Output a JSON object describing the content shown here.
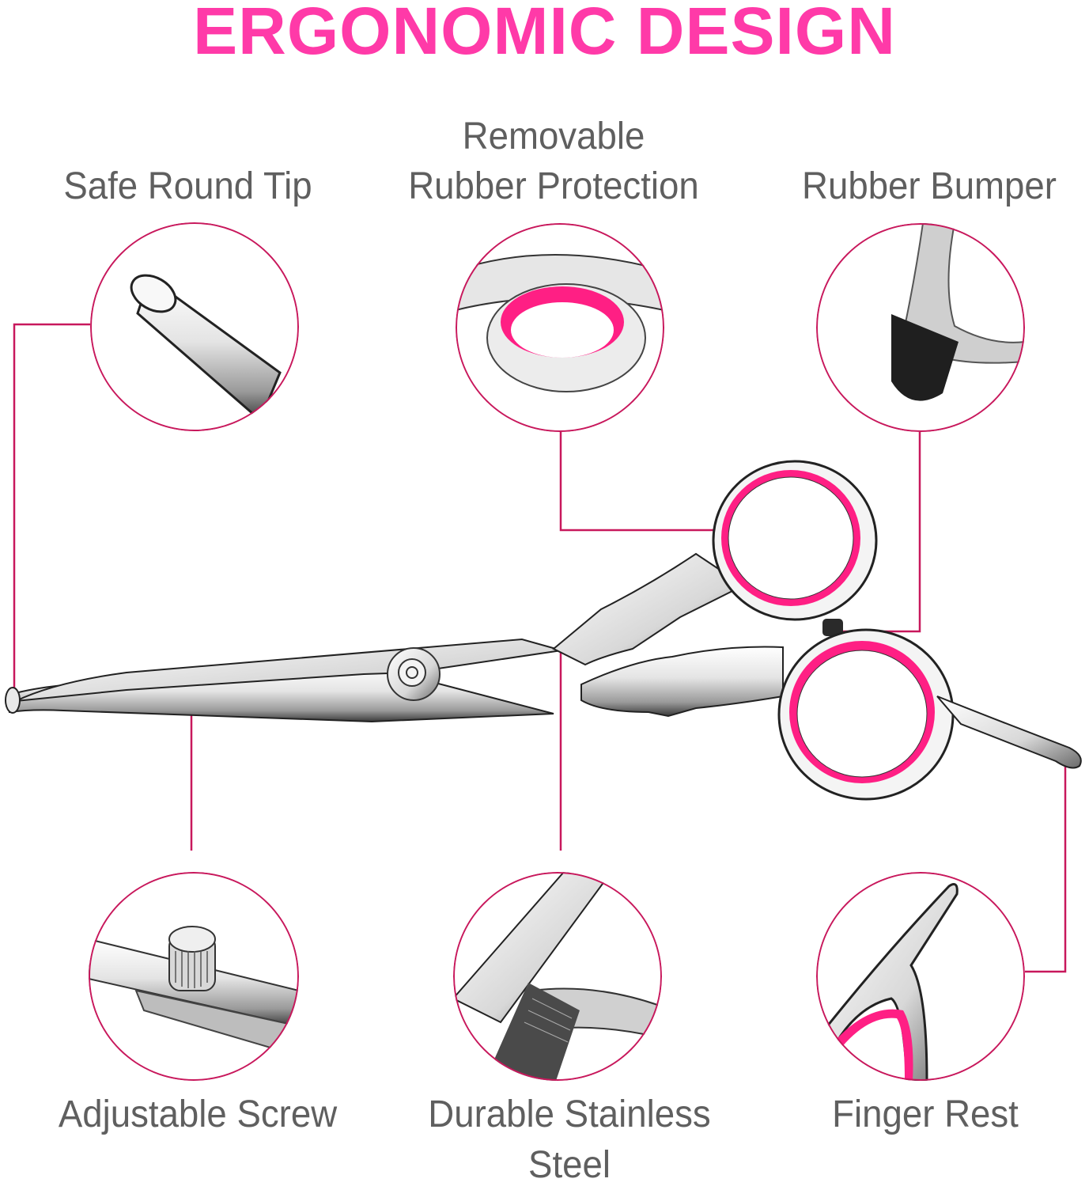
{
  "title": "ERGONOMIC DESIGN",
  "colors": {
    "title_pink": "#ff3aa8",
    "accent_line": "#c8185c",
    "ring_pink": "#ff1f84",
    "label_gray": "#5f5f5f",
    "steel_light": "#f2f2f2",
    "steel_dark": "#2a2a2a"
  },
  "features": [
    {
      "id": "safe-round-tip",
      "label": "Safe Round Tip",
      "position": "top-left"
    },
    {
      "id": "removable-rubber-protection",
      "label_line1": "Removable",
      "label_line2": "Rubber Protection",
      "position": "top-center"
    },
    {
      "id": "rubber-bumper",
      "label": "Rubber Bumper",
      "position": "top-right"
    },
    {
      "id": "adjustable-screw",
      "label": "Adjustable Screw",
      "position": "bottom-left"
    },
    {
      "id": "durable-stainless-steel",
      "label_line1": "Durable Stainless",
      "label_line2": "Steel",
      "position": "bottom-center"
    },
    {
      "id": "finger-rest",
      "label": "Finger Rest",
      "position": "bottom-right"
    }
  ]
}
